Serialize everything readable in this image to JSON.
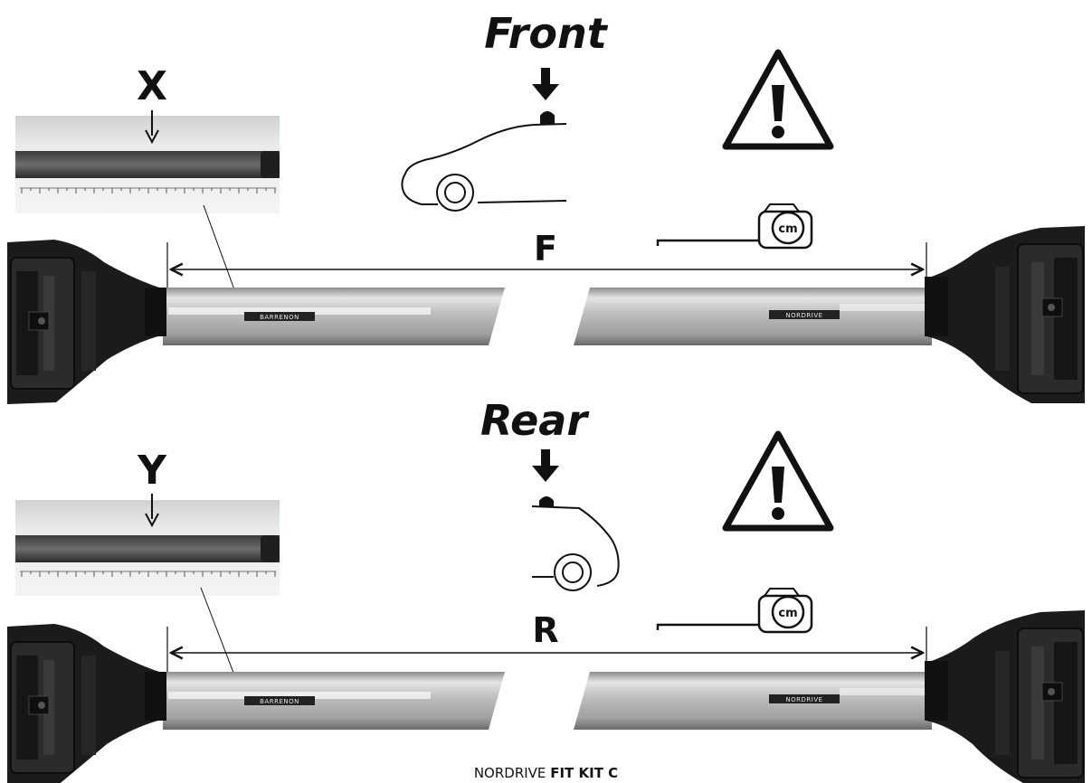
{
  "front": {
    "heading": "Front",
    "zoom_letter": "X",
    "dimension_letter": "F",
    "tape_unit": "cm",
    "brand_left": "BARRENON",
    "brand_right": "NORDRIVE"
  },
  "rear": {
    "heading": "Rear",
    "zoom_letter": "Y",
    "dimension_letter": "R",
    "tape_unit": "cm",
    "brand_left": "BARRENON",
    "brand_right": "NORDRIVE"
  },
  "icons": {
    "warning": "warning-triangle-icon",
    "tape": "tape-measure-icon",
    "arrow": "down-arrow-icon"
  },
  "footer": {
    "brand": "NORDRIVE",
    "product": "FIT KIT C"
  }
}
